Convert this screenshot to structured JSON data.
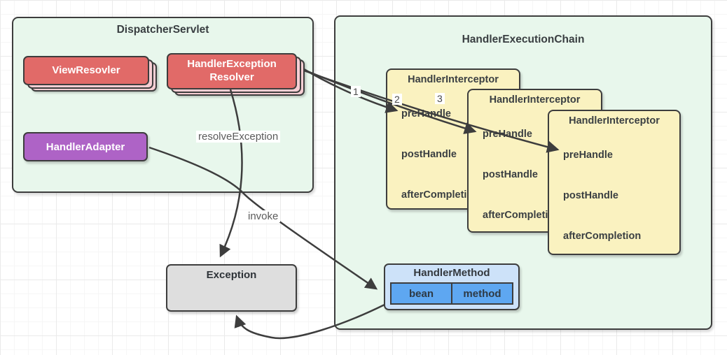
{
  "diagram": {
    "dispatcher_servlet": {
      "title": "DispatcherServlet",
      "view_resolver": "ViewResovler",
      "handler_exception_resolver": {
        "line1": "HandlerException",
        "line2": "Resolver"
      },
      "handler_adapter": "HandlerAdapter"
    },
    "handler_execution_chain": {
      "title": "HandlerExecutionChain",
      "interceptors": [
        {
          "title": "HandlerInterceptor",
          "methods": [
            "preHandle",
            "postHandle",
            "afterCompletion"
          ]
        },
        {
          "title": "HandlerInterceptor",
          "methods": [
            "preHandle",
            "postHandle",
            "afterCompletion"
          ]
        },
        {
          "title": "HandlerInterceptor",
          "methods": [
            "preHandle",
            "postHandle",
            "afterCompletion"
          ]
        }
      ]
    },
    "exception": {
      "label": "Exception"
    },
    "handler_method": {
      "title": "HandlerMethod",
      "bean": "bean",
      "method": "method"
    },
    "edges": {
      "resolve_exception_label": "resolveException",
      "invoke_label": "invoke",
      "sequence_labels": [
        "1",
        "2",
        "3"
      ]
    },
    "colors": {
      "container_fill": "#e8f7ec",
      "resolver_red": "#e16a68",
      "resolver_stack_pink": "#f7ced4",
      "adapter_purple": "#ae63c6",
      "interceptor_yellow": "#faf2c0",
      "exception_gray": "#dedede",
      "handler_method_light_blue": "#cde2f9",
      "handler_method_cell_blue": "#5ea7f1",
      "border_dark": "#3d3d3d"
    }
  }
}
